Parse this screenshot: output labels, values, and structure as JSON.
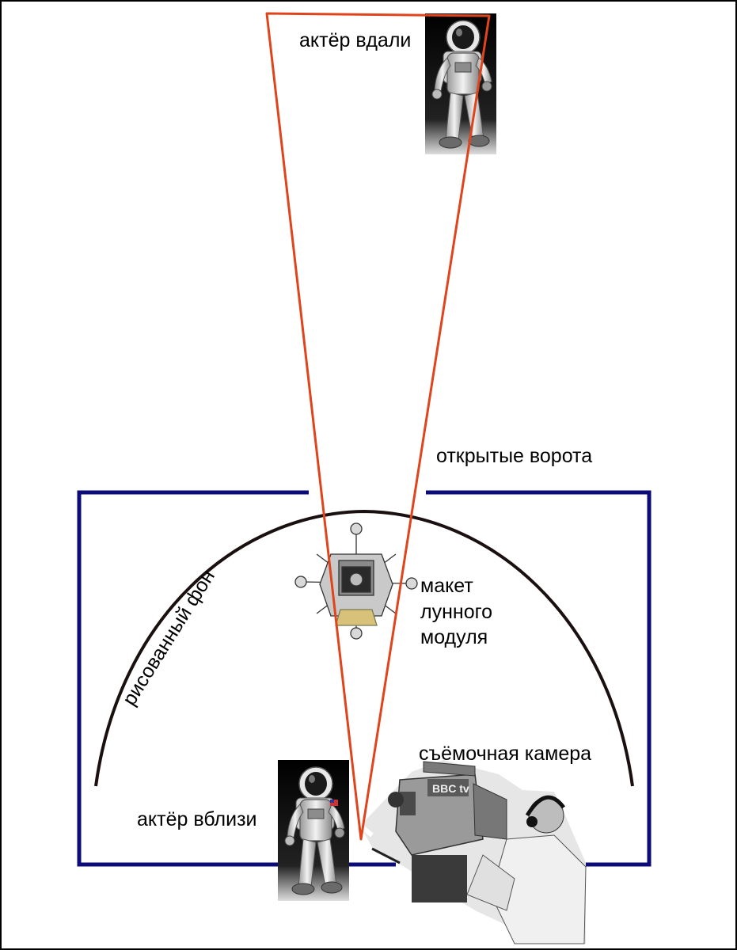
{
  "labels": {
    "actor_far": "актёр вдали",
    "open_gates": "открытые ворота",
    "painted_background": "рисованный фон",
    "lunar_module_line1": "макет",
    "lunar_module_line2": "лунного",
    "lunar_module_line3": "модуля",
    "film_camera": "съёмочная камера",
    "actor_near": "актёр вблизи",
    "camera_brand": "BBC tv"
  },
  "colors": {
    "frame": "#000000",
    "studio_wall": "#0b0b7a",
    "field_of_view": "#e0441c",
    "backdrop_arc": "#1a1010",
    "photo_bg": "#000000"
  },
  "icons": {
    "astronaut": "astronaut-icon",
    "lunar_module": "lunar-module-icon",
    "tv_camera": "tv-camera-operator-icon"
  }
}
